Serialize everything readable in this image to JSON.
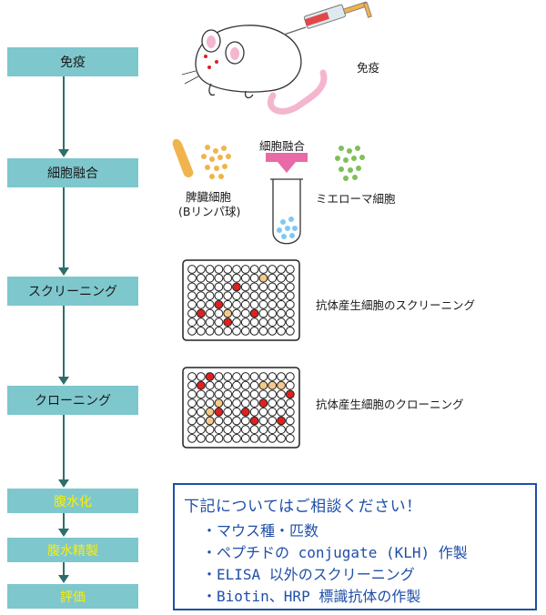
{
  "steps": [
    {
      "label": "免疫"
    },
    {
      "label": "細胞融合"
    },
    {
      "label": "スクリーニング"
    },
    {
      "label": "クローニング"
    },
    {
      "label": "腹水化"
    },
    {
      "label": "腹水精製"
    },
    {
      "label": "評価"
    }
  ],
  "illustrations": {
    "immunization": "免疫",
    "fusion_top": "細胞融合",
    "spleen_line1": "脾臓細胞",
    "spleen_line2": "(Bリンパ球)",
    "myeloma": "ミエローマ細胞",
    "screening": "抗体産生細胞のスクリーニング",
    "cloning": "抗体産生細胞のクローニング"
  },
  "note": {
    "title": "下記についてはご相談ください！",
    "items": [
      "・マウス種・匹数",
      "・ペプチドの conjugate (KLH) 作製",
      "・ELISA 以外のスクリーニング",
      "・Biotin、HRP 標識抗体の作製"
    ]
  },
  "colors": {
    "step_fill": "#7ec7cd",
    "arrow": "#2e6e6a",
    "note_text": "#1f4fa8",
    "positive_well": "#e02020",
    "candidate_well": "#f5c98a",
    "spleen_cells": "#f0b44c",
    "myeloma_cells": "#7fbf5a",
    "hybrid_cells": "#7ec9f0",
    "fusion_arrow": "#e86aa6"
  },
  "icons": [
    "mouse-with-syringe",
    "spleen",
    "fusion-tube",
    "96-well-plate"
  ]
}
